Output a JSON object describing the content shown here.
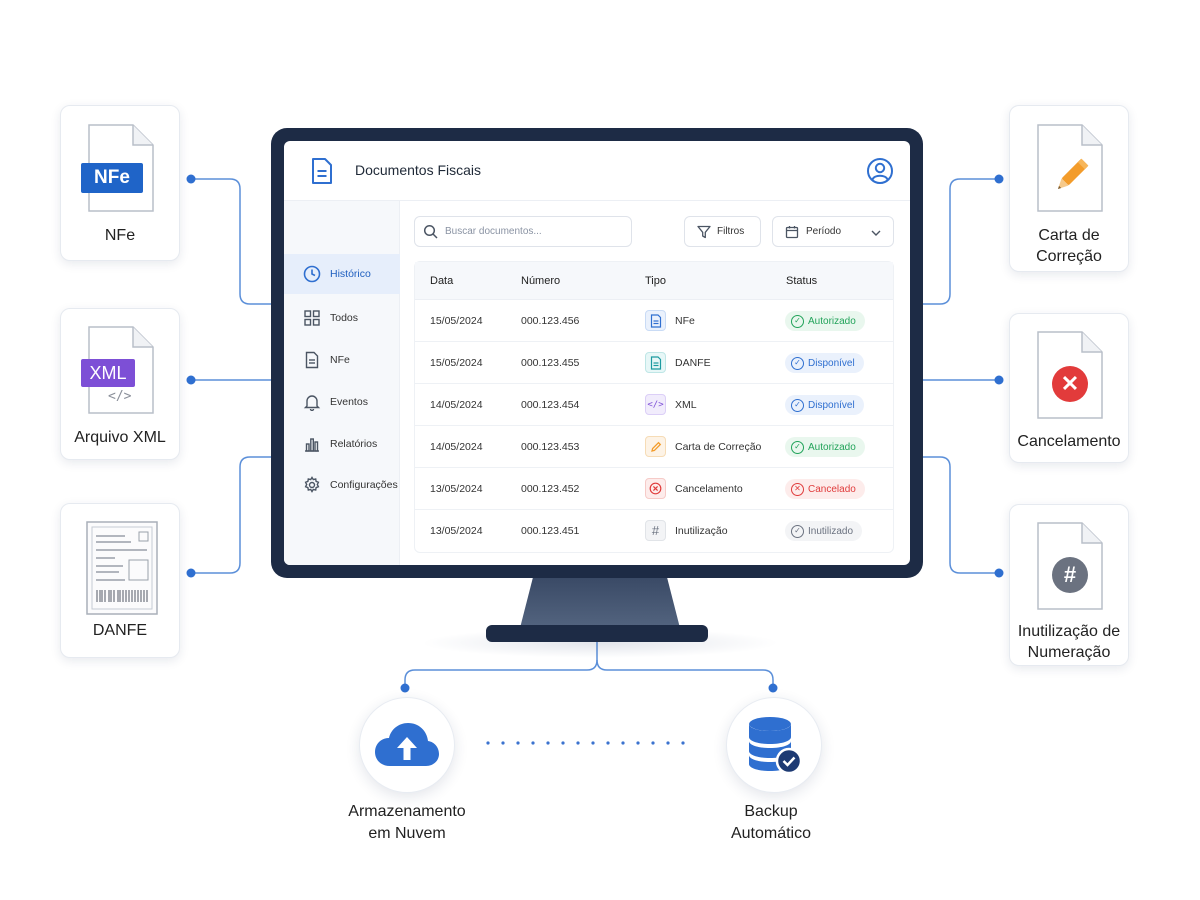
{
  "left_cards": [
    {
      "label": "NFe",
      "badge": "NFe"
    },
    {
      "label": "Arquivo XML",
      "badge": "XML",
      "code": "</>"
    },
    {
      "label": "DANFE"
    }
  ],
  "right_cards": [
    {
      "label_line1": "Carta de",
      "label_line2": "Correção"
    },
    {
      "label": "Cancelamento"
    },
    {
      "label_line1": "Inutilização de",
      "label_line2": "Numeração",
      "symbol": "#"
    }
  ],
  "app": {
    "title": "Documentos Fiscais",
    "search_placeholder": "Buscar documentos...",
    "filters_label": "Filtros",
    "period_label": "Período"
  },
  "sidebar": {
    "items": [
      {
        "label": "Histórico",
        "icon": "clock-icon",
        "active": true
      },
      {
        "label": "Todos",
        "icon": "grid-icon"
      },
      {
        "label": "NFe",
        "icon": "document-icon"
      },
      {
        "label": "Eventos",
        "icon": "bell-icon"
      },
      {
        "label": "Relatórios",
        "icon": "bar-chart-icon"
      },
      {
        "label": "Configurações",
        "icon": "gear-icon"
      }
    ]
  },
  "table": {
    "headers": {
      "date": "Data",
      "number": "Número",
      "type": "Tipo",
      "status": "Status"
    },
    "rows": [
      {
        "date": "15/05/2024",
        "number": "000.123.456",
        "type": "NFe",
        "status": "Autorizado"
      },
      {
        "date": "15/05/2024",
        "number": "000.123.455",
        "type": "DANFE",
        "status": "Disponível"
      },
      {
        "date": "14/05/2024",
        "number": "000.123.454",
        "type": "XML",
        "status": "Disponível"
      },
      {
        "date": "14/05/2024",
        "number": "000.123.453",
        "type": "Carta de Correção",
        "status": "Autorizado"
      },
      {
        "date": "13/05/2024",
        "number": "000.123.452",
        "type": "Cancelamento",
        "status": "Cancelado"
      },
      {
        "date": "13/05/2024",
        "number": "000.123.451",
        "type": "Inutilização",
        "status": "Inutilizado"
      }
    ]
  },
  "bottom": {
    "cloud_line1": "Armazenamento",
    "cloud_line2": "em Nuvem",
    "backup_line1": "Backup",
    "backup_line2": "Automático"
  },
  "colors": {
    "accent": "#2f6fd0",
    "monitor": "#1d2b45",
    "success": "#22a35a",
    "info": "#2f6fd0",
    "danger": "#e03c3c",
    "muted": "#8a8f99",
    "pen": "#f39c2b"
  }
}
